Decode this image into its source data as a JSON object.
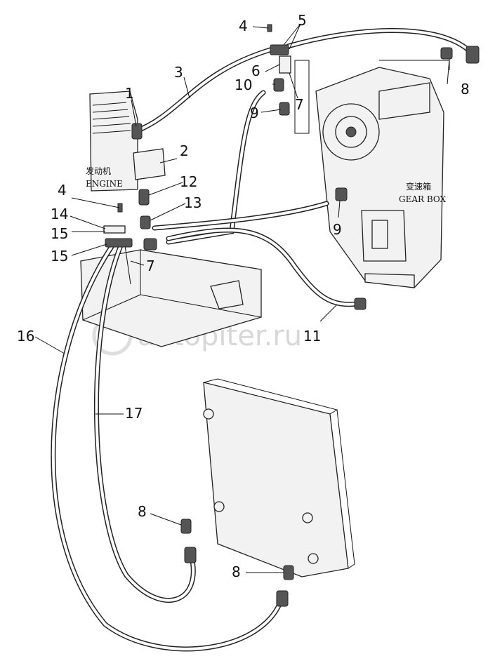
{
  "labels": {
    "engine_cn": "发动机",
    "engine_en": "ENGINE",
    "gearbox_cn": "变速箱",
    "gearbox_en": "GEAR BOX"
  },
  "callouts": {
    "c1": "1",
    "c2": "2",
    "c3": "3",
    "c4a": "4",
    "c4b": "4",
    "c5": "5",
    "c6": "6",
    "c7a": "7",
    "c7b": "7",
    "c8a": "8",
    "c8b": "8",
    "c8c": "8",
    "c9a": "9",
    "c9b": "9",
    "c10": "10",
    "c11": "11",
    "c12": "12",
    "c13": "13",
    "c14": "14",
    "c15a": "15",
    "c15b": "15",
    "c16": "16",
    "c17": "17"
  },
  "watermark": "autopiter.ru"
}
